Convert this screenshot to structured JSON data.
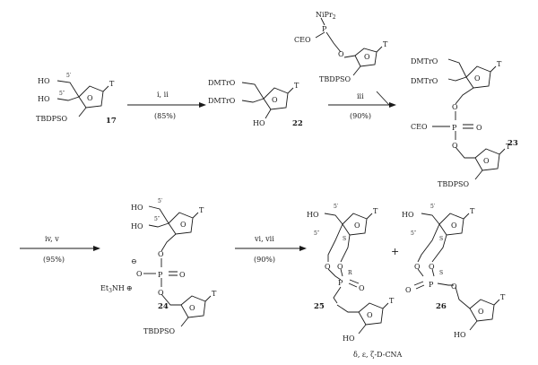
{
  "labels": {
    "ho": "HO",
    "cEO": "CEO",
    "tbdpso": "TBDPSO",
    "dmtro": "DMTrO",
    "t": "T",
    "o": "O",
    "p": "P",
    "nipr2": "NiPr",
    "nipr2_sub": "2",
    "et3nh": "Et",
    "et3nh_sub": "3",
    "et3nh_tail": "NH",
    "pos5p": "5′",
    "pos5pp": "5″",
    "r": "R",
    "s": "S",
    "minus": "⊖",
    "plus_circle": "⊕",
    "plus": "+"
  },
  "compounds": {
    "c17": "17",
    "c22": "22",
    "c23": "23",
    "c24": "24",
    "c25": "25",
    "c26": "26"
  },
  "reactions": [
    {
      "reagents": "i, ii",
      "yield": "(85%)"
    },
    {
      "reagents": "iii",
      "yield": "(90%)"
    },
    {
      "reagents": "iv, v",
      "yield": "(95%)"
    },
    {
      "reagents": "vi, vii",
      "yield": "(90%)"
    }
  ],
  "product_caption": "δ, ε, ζ-D-CNA"
}
